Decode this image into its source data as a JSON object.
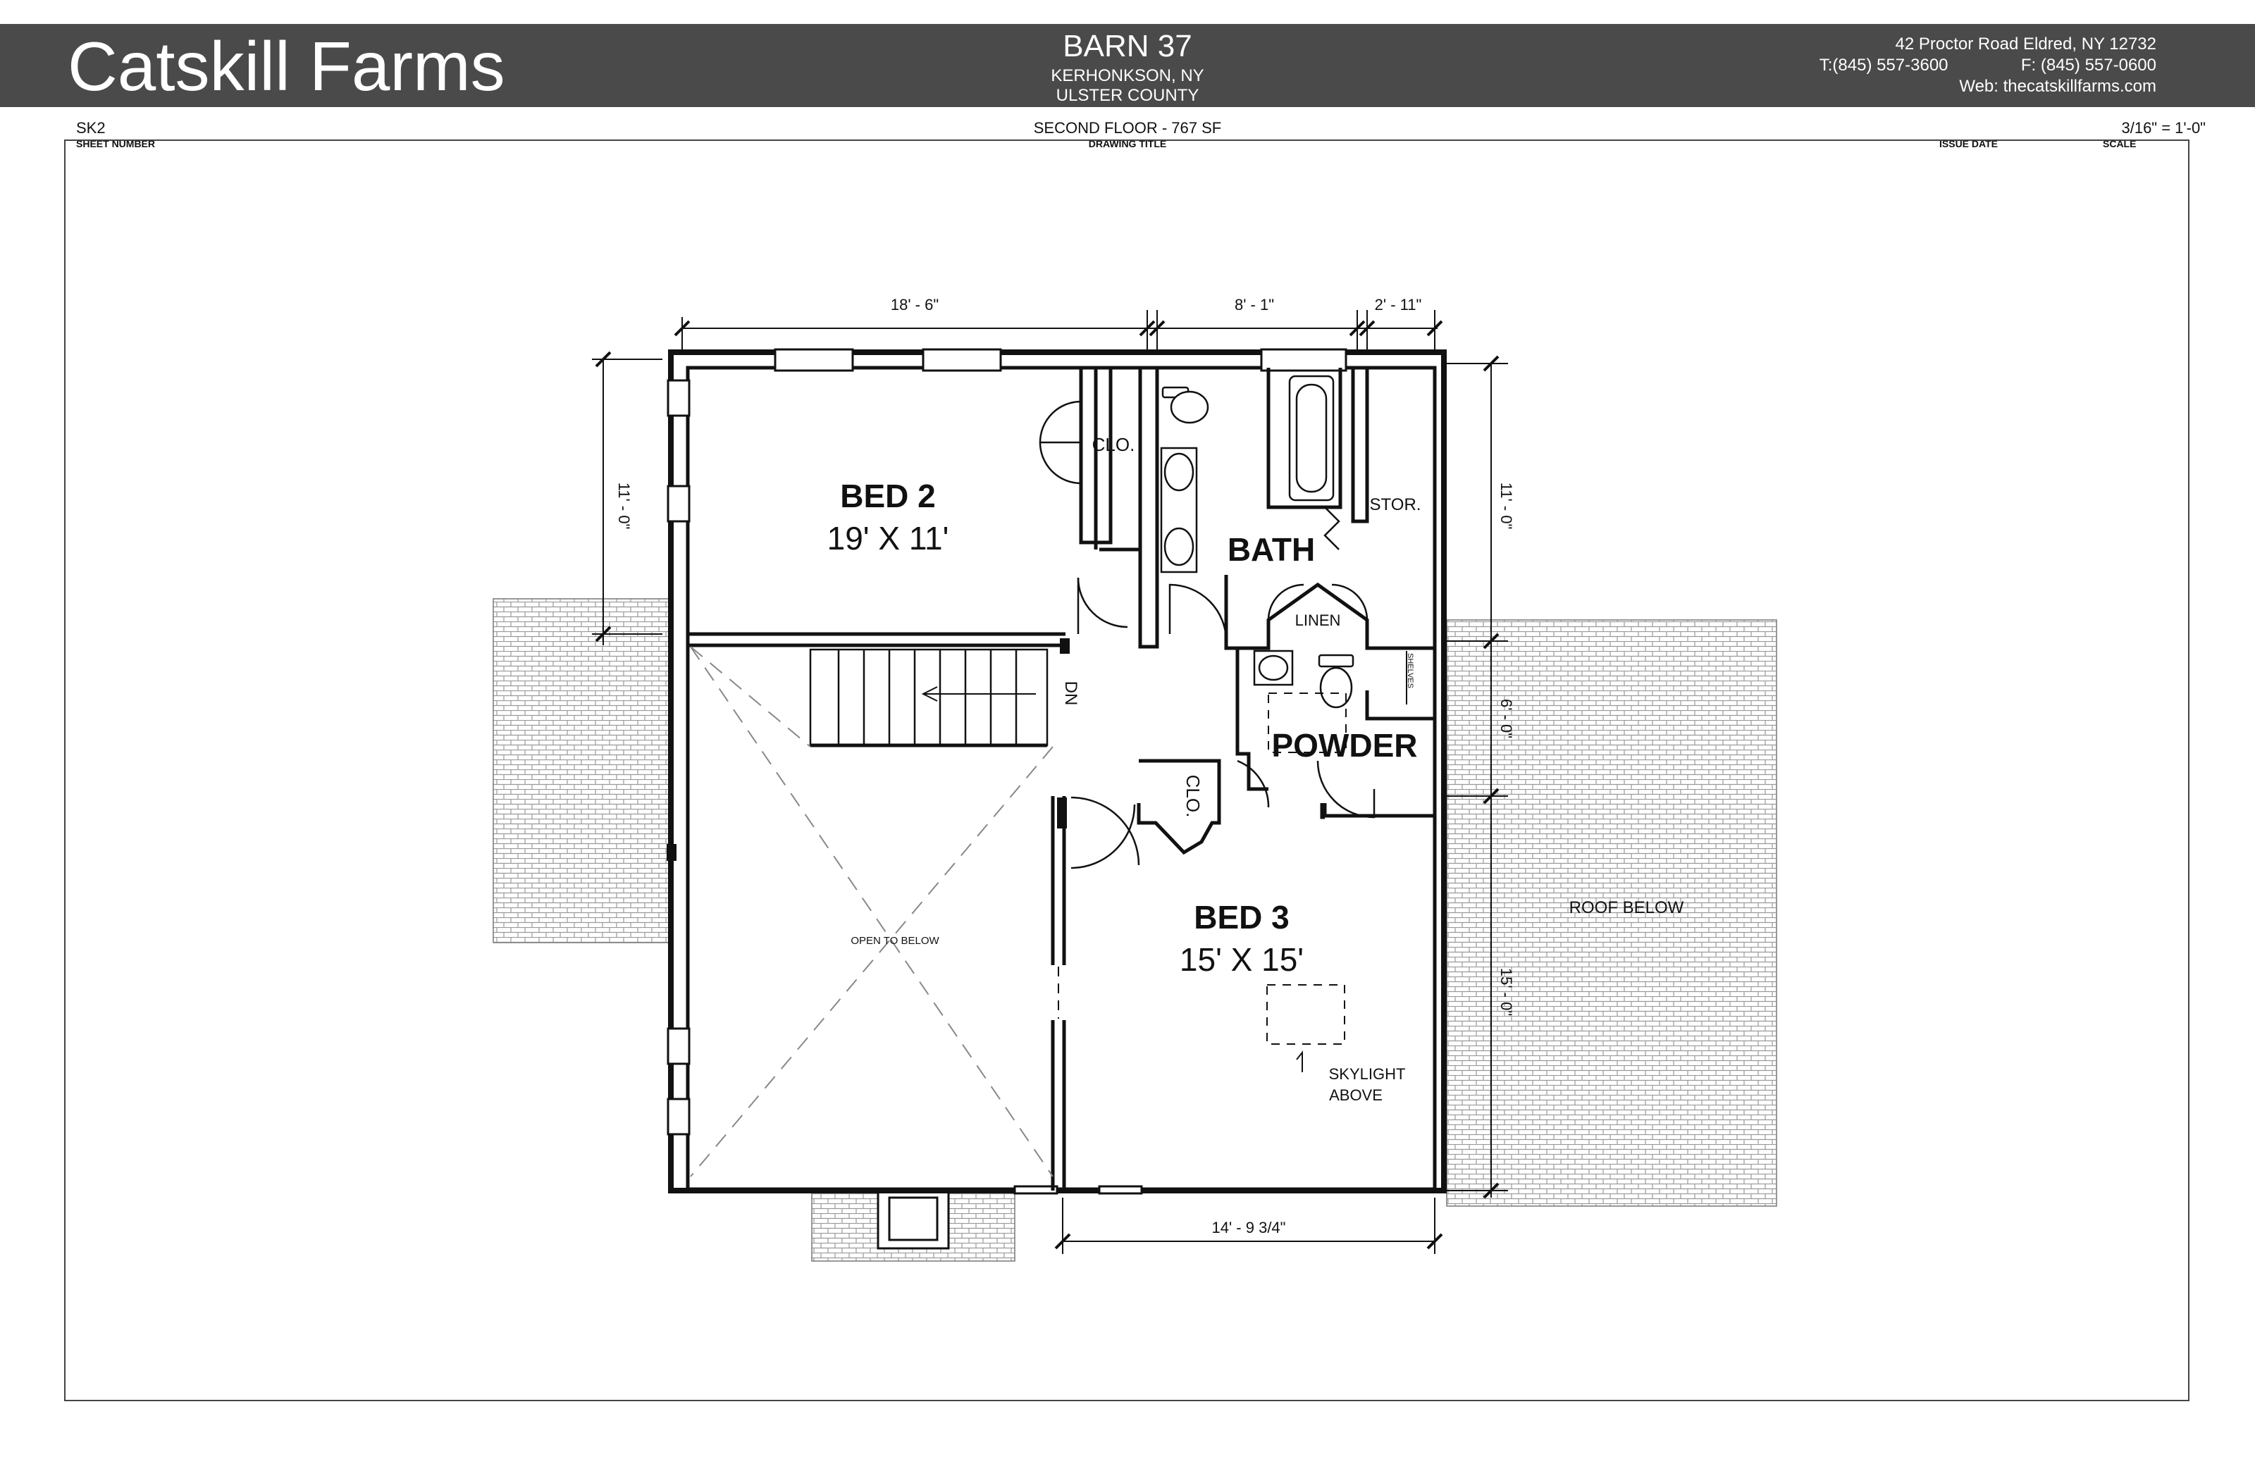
{
  "header": {
    "brand": "Catskill Farms",
    "project_name": "BARN 37",
    "project_location": "KERHONKSON, NY",
    "project_county": "ULSTER COUNTY",
    "address": "42 Proctor Road Eldred, NY 12732",
    "phone": "T:(845) 557-3600",
    "fax": "F: (845) 557-0600",
    "web": "Web: thecatskillfarms.com"
  },
  "title_block": {
    "sheet_number": "SK2",
    "sheet_number_label": "SHEET NUMBER",
    "drawing_title": "SECOND FLOOR - 767 SF",
    "drawing_title_label": "DRAWING TITLE",
    "issue_date_label": "ISSUE DATE",
    "scale": "3/16\" = 1'-0\"",
    "scale_label": "SCALE"
  },
  "rooms": {
    "bed2_name": "BED 2",
    "bed2_size": "19' X 11'",
    "bed3_name": "BED 3",
    "bed3_size": "15' X 15'",
    "bath": "BATH",
    "powder": "POWDER",
    "closet_upper": "CLO.",
    "closet_lower": "CLO.",
    "storage": "STOR.",
    "linen": "LINEN",
    "shelves": "SHELVES",
    "stair_dn": "DN",
    "open_below": "OPEN TO BELOW",
    "skylight_line1": "SKYLIGHT",
    "skylight_line2": "ABOVE",
    "roof_below": "ROOF BELOW"
  },
  "dimensions": {
    "top_left": "18' - 6\"",
    "top_mid": "8' - 1\"",
    "top_right": "2' - 11\"",
    "left": "11' - 0\"",
    "right_upper": "11' - 0\"",
    "right_mid": "6' - 0\"",
    "right_lower": "15' - 0\"",
    "bottom": "14' - 9 3/4\""
  }
}
